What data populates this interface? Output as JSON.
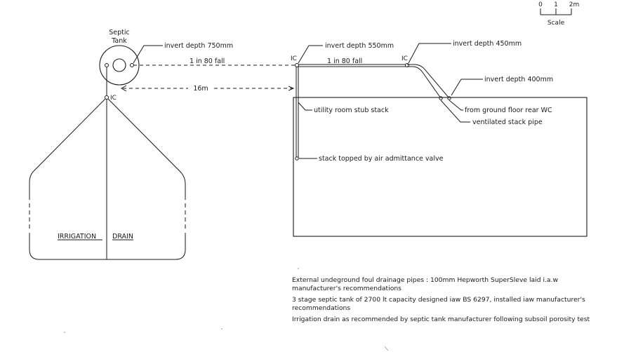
{
  "scale": {
    "ticks": [
      "0",
      "1",
      "2m"
    ],
    "label": "Scale"
  },
  "septic_tank": {
    "label_line1": "Septic",
    "label_line2": "Tank"
  },
  "labels": {
    "invert_750": "invert depth  750mm",
    "invert_550": "invert depth  550mm",
    "invert_450": "invert depth  450mm",
    "invert_400": "invert depth  400mm",
    "fall_left": "1  in  80  fall",
    "fall_right": "1  in  80  fall",
    "distance": "16m",
    "ic_tank": "IC",
    "ic_mid": "IC",
    "ic_right": "IC",
    "utility_stack": "utility room stub stack",
    "stack_valve": "stack  topped by air admittance valve",
    "from_wc": "from ground floor rear WC",
    "vent_stack": "ventilated  stack pipe",
    "irrigation": "IRRIGATION",
    "drain": "DRAIN"
  },
  "notes": [
    "External  undeground  foul  drainage pipes :   100mm  Hepworth  SuperSleve  laid  i.a.w  manufacturer's  recommendations",
    "3  stage  septic  tank  of   2700  lt  capacity  designed  iaw  BS  6297,  installed  iaw  manufacturer's  recommendations",
    "Irrigation  drain  as  recommended  by  septic  tank  manufacturer  following  subsoil  porosity  test"
  ]
}
